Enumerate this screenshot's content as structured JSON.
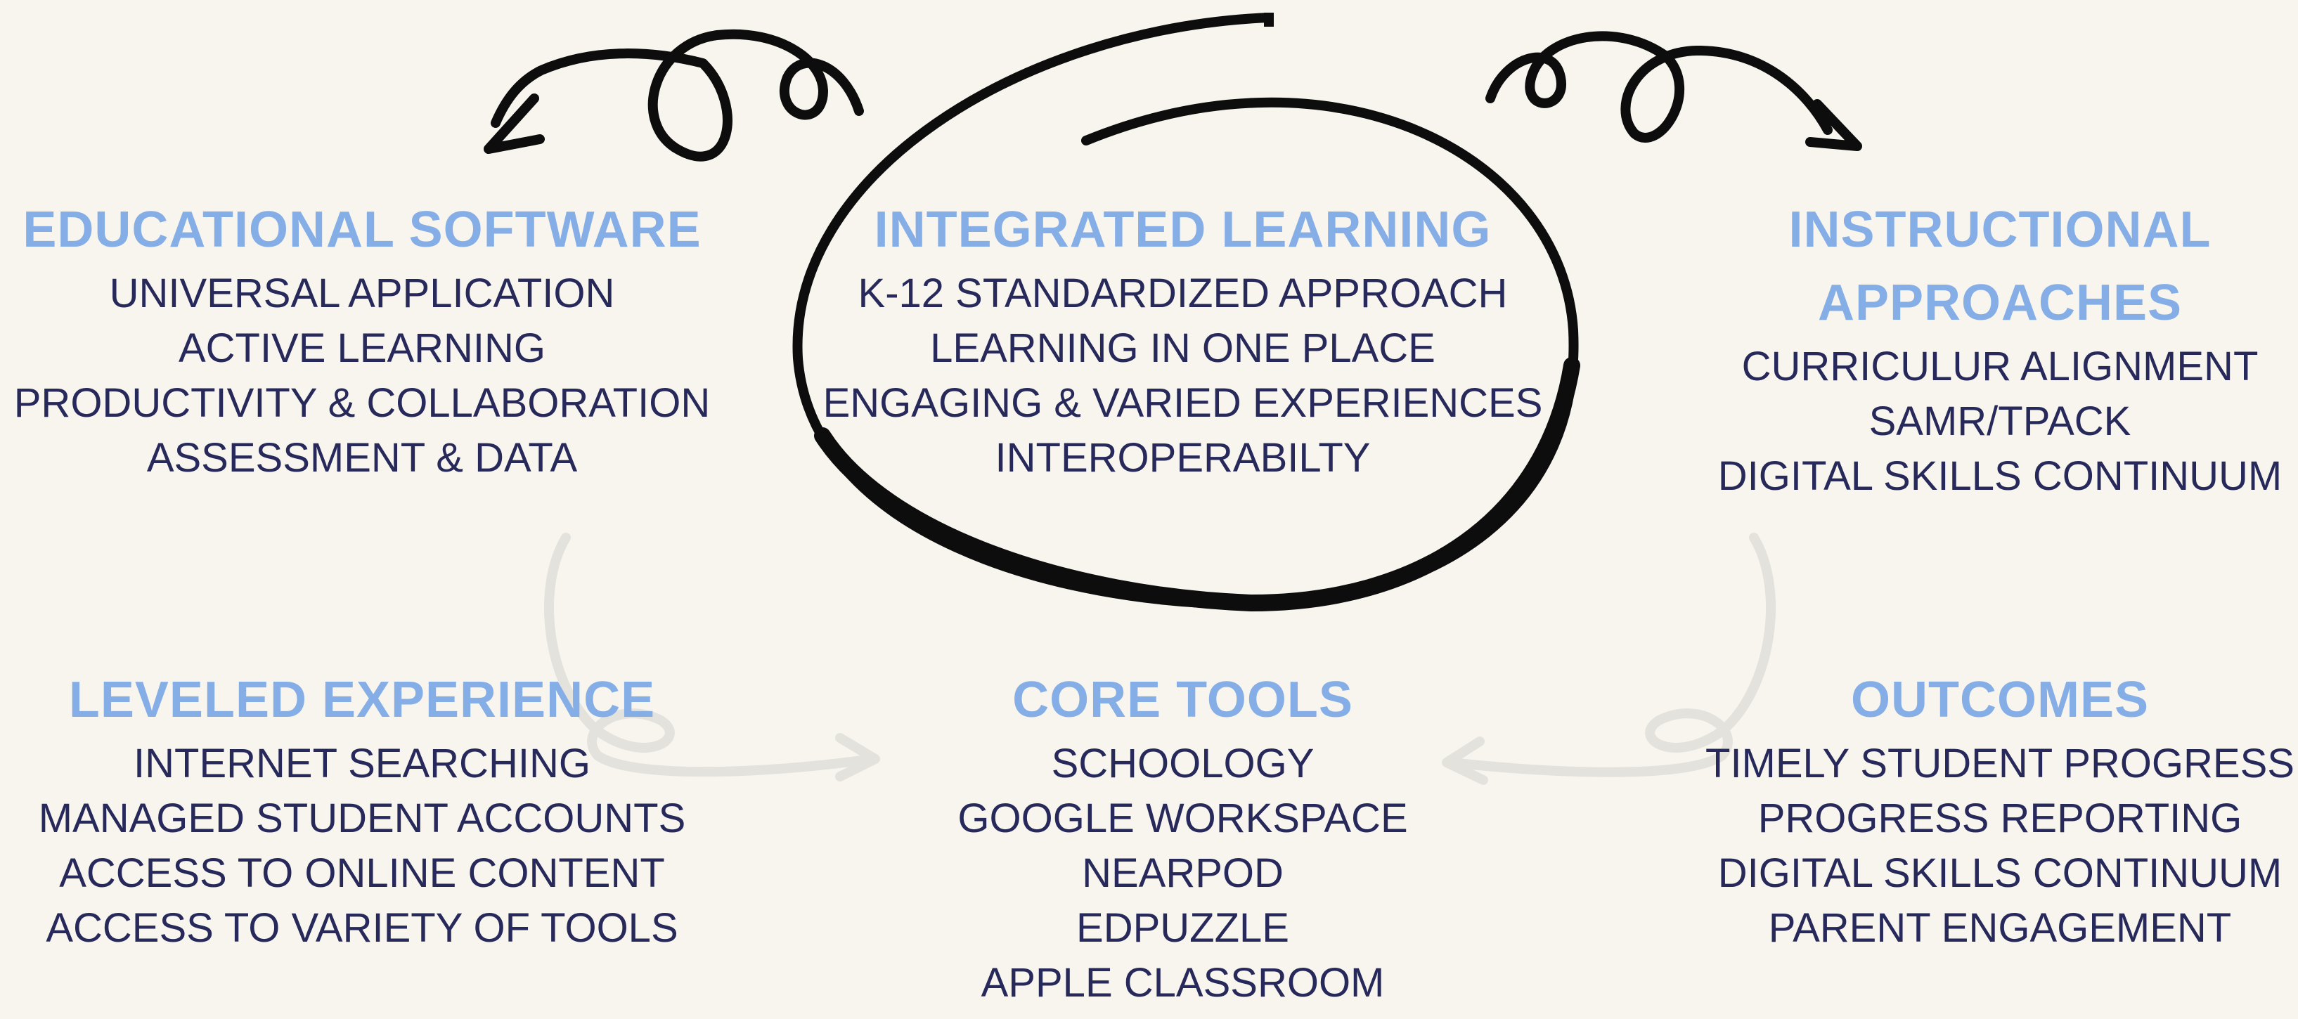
{
  "sections": {
    "educational_software": {
      "title": "EDUCATIONAL SOFTWARE",
      "items": [
        "UNIVERSAL APPLICATION",
        "ACTIVE LEARNING",
        "PRODUCTIVITY & COLLABORATION",
        "ASSESSMENT & DATA"
      ]
    },
    "integrated_learning": {
      "title": "INTEGRATED LEARNING",
      "items": [
        "K-12 STANDARDIZED APPROACH",
        "LEARNING IN ONE PLACE",
        "ENGAGING & VARIED EXPERIENCES",
        "INTEROPERABILTY"
      ]
    },
    "instructional_approaches": {
      "title_line1": "INSTRUCTIONAL",
      "title_line2": "APPROACHES",
      "items": [
        "CURRICULUR ALIGNMENT",
        "SAMR/TPACK",
        "DIGITAL SKILLS CONTINUUM"
      ]
    },
    "leveled_experience": {
      "title": "LEVELED EXPERIENCE",
      "items": [
        "INTERNET SEARCHING",
        "MANAGED STUDENT ACCOUNTS",
        "ACCESS TO ONLINE CONTENT",
        "ACCESS TO VARIETY OF TOOLS"
      ]
    },
    "core_tools": {
      "title": "CORE TOOLS",
      "items": [
        "SCHOOLOGY",
        "GOOGLE WORKSPACE",
        "NEARPOD",
        "EDPUZZLE",
        "APPLE CLASSROOM"
      ]
    },
    "outcomes": {
      "title": "OUTCOMES",
      "items": [
        "TIMELY STUDENT PROGRESS",
        "PROGRESS REPORTING",
        "DIGITAL SKILLS CONTINUUM",
        "PARENT ENGAGEMENT"
      ]
    }
  },
  "colors": {
    "background": "#f8f5ef",
    "heading": "#86aee6",
    "body_text": "#27295a",
    "ink": "#0d0d0d",
    "faded_arrow": "#e4e2dd"
  },
  "icons": [
    "hand-drawn-ellipse",
    "curly-arrow-left-icon",
    "curly-arrow-right-icon",
    "faded-curly-arrow-icon"
  ]
}
